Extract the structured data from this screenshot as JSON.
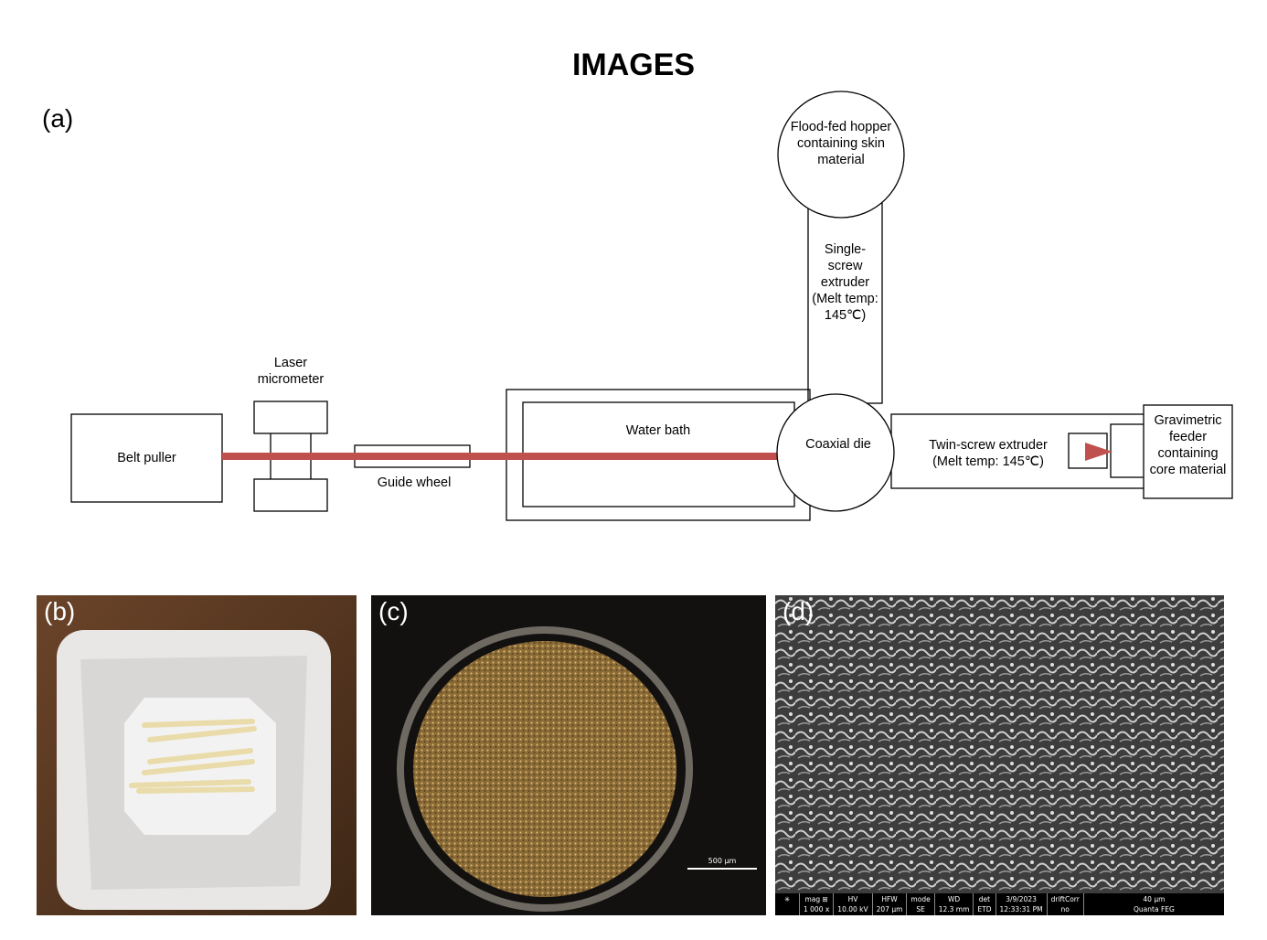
{
  "title": "IMAGES",
  "panel_a": {
    "label": "(a)",
    "belt_puller": "Belt puller",
    "laser_micrometer": "Laser micrometer",
    "guide_wheel": "Guide wheel",
    "water_bath": "Water bath",
    "coaxial_die": "Coaxial die",
    "hopper": "Flood-fed hopper containing skin material",
    "single_screw": "Single-screw extruder (Melt temp: 145℃)",
    "twin_screw": "Twin-screw extruder (Melt temp: 145℃)",
    "gravimetric_feeder": "Gravimetric feeder containing core material",
    "strand_color": "#c0504d"
  },
  "panel_b": {
    "label": "(b)"
  },
  "panel_c": {
    "label": "(c)",
    "scale_bar": "500 µm"
  },
  "panel_d": {
    "label": "(d)",
    "sem": {
      "mag_h": "mag ⊞",
      "mag_v": "1 000 x",
      "hv_h": "HV",
      "hv_v": "10.00 kV",
      "hfw_h": "HFW",
      "hfw_v": "207 µm",
      "mode_h": "mode",
      "mode_v": "SE",
      "wd_h": "WD",
      "wd_v": "12.3 mm",
      "det_h": "det",
      "det_v": "ETD",
      "date": "3/9/2023",
      "time": "12:33:31 PM",
      "drift_h": "driftCorr",
      "drift_v": "no",
      "scale": "40 µm",
      "instrument": "Quanta FEG"
    }
  }
}
